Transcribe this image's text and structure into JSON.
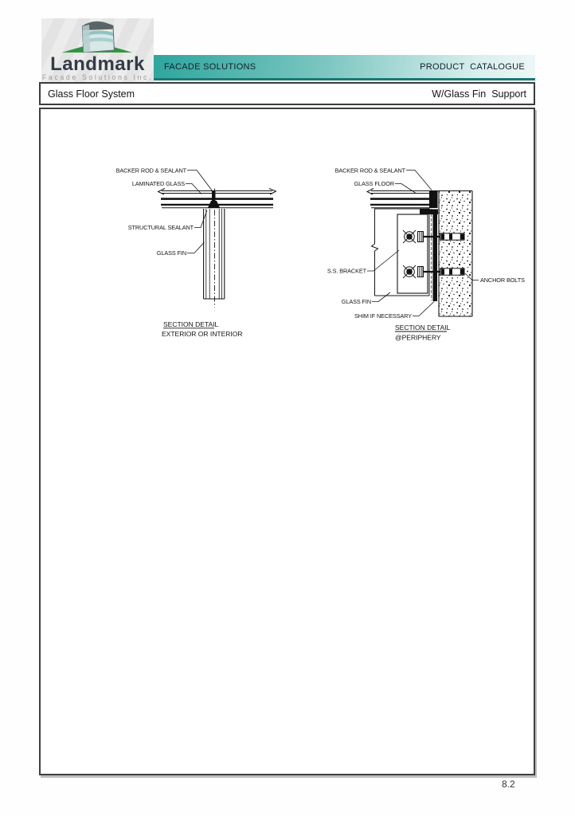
{
  "logo": {
    "name": "Landmark",
    "subtitle": "Facade Solutions Inc."
  },
  "banner": {
    "left_title": "FACADE SOLUTIONS",
    "right_title": "PRODUCT  CATALOGUE"
  },
  "subheader": {
    "left_title": "Glass Floor System",
    "right_title": "W/Glass Fin  Support"
  },
  "page_number": "8.2",
  "colors": {
    "banner_teal": "#2da69d",
    "banner_teal_dark": "#157a74",
    "banner_light": "#eef7f7",
    "line_ink": "#141414"
  },
  "drawings": {
    "left": {
      "label_backer_rod": "BACKER ROD & SEALANT",
      "label_laminated_glass": "LAMINATED GLASS",
      "label_structural_sealant": "STRUCTURAL SEALANT",
      "label_glass_fin": "GLASS FIN",
      "caption_title": "SECTION DETAIL",
      "caption_sub": "EXTERIOR OR INTERIOR"
    },
    "right": {
      "label_backer_rod": "BACKER ROD & SEALANT",
      "label_glass_floor": "GLASS FLOOR",
      "label_ss_bracket": "S.S. BRACKET",
      "label_glass_fin": "GLASS FIN",
      "label_shim": "SHIM IF NECESSARY",
      "label_anchor_bolts": "ANCHOR BOLTS",
      "caption_title": "SECTION DETAIL",
      "caption_sub": "@PERIPHERY"
    }
  }
}
